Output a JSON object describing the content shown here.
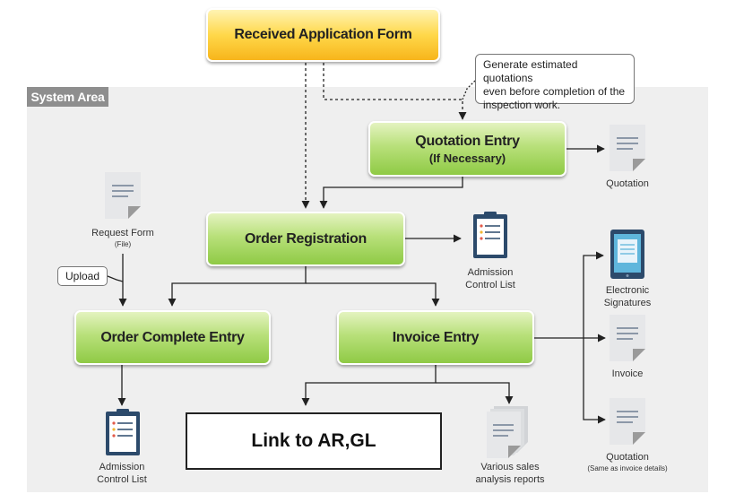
{
  "system_area": {
    "label": "System Area"
  },
  "nodes": {
    "received_application": {
      "label": "Received Application Form"
    },
    "quotation_entry": {
      "label": "Quotation Entry",
      "sublabel": "(If Necessary)"
    },
    "order_registration": {
      "label": "Order Registration"
    },
    "order_complete": {
      "label": "Order Complete Entry"
    },
    "invoice_entry": {
      "label": "Invoice Entry"
    },
    "link_ar_gl": {
      "label": "Link to AR,GL"
    }
  },
  "callouts": {
    "estimate_note": {
      "line1": "Generate estimated quotations",
      "line2": "even before completion of the",
      "line3": "inspection work."
    },
    "upload": "Upload"
  },
  "outputs": {
    "quotation_top": {
      "label": "Quotation",
      "icon": "document-icon"
    },
    "request_form": {
      "label": "Request Form",
      "sublabel": "(File)",
      "icon": "document-icon"
    },
    "admission_list_1": {
      "line1": "Admission",
      "line2": "Control List",
      "icon": "clipboard-icon"
    },
    "electronic_signatures": {
      "line1": "Electronic",
      "line2": "Signatures",
      "icon": "tablet-icon"
    },
    "invoice": {
      "label": "Invoice",
      "icon": "document-icon"
    },
    "quotation_bottom": {
      "label": "Quotation",
      "sublabel": "(Same as invoice details)",
      "icon": "document-icon"
    },
    "admission_list_2": {
      "line1": "Admission",
      "line2": "Control List",
      "icon": "clipboard-icon"
    },
    "sales_reports": {
      "line1": "Various sales",
      "line2": "analysis reports",
      "icon": "document-stack-icon"
    }
  },
  "colors": {
    "system_area_bg": "#efefef",
    "system_tag_bg": "#8e8e8e",
    "green_box": "#8fca45",
    "yellow_box": "#f7b51b",
    "clipboard_frame": "#2c4a6b",
    "tablet_screen": "#5fb6dc"
  }
}
